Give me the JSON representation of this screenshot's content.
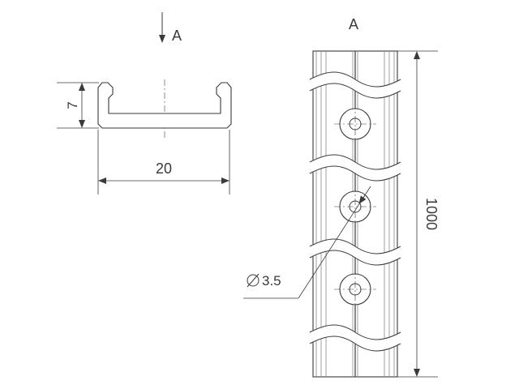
{
  "view_label_top": "A",
  "view_label_side": "A",
  "dimensions": {
    "height": "7",
    "width": "20",
    "length": "1000",
    "hole_diameter": "3.5"
  },
  "colors": {
    "line": "#3a3a3a",
    "profile_fill": "#ffffff",
    "groove": "#9a9a9a"
  }
}
